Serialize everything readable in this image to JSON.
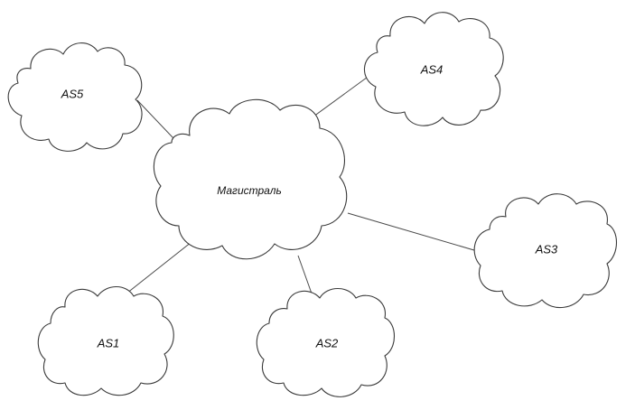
{
  "diagram": {
    "backbone": {
      "label": "Магистраль"
    },
    "systems": [
      {
        "id": "as5",
        "label": "AS5"
      },
      {
        "id": "as4",
        "label": "AS4"
      },
      {
        "id": "as3",
        "label": "AS3"
      },
      {
        "id": "as1",
        "label": "AS1"
      },
      {
        "id": "as2",
        "label": "AS2"
      }
    ],
    "links": [
      {
        "from": "backbone",
        "to": "as5"
      },
      {
        "from": "backbone",
        "to": "as4"
      },
      {
        "from": "backbone",
        "to": "as3"
      },
      {
        "from": "backbone",
        "to": "as1"
      },
      {
        "from": "backbone",
        "to": "as2"
      }
    ],
    "colors": {
      "stroke": "#3a3a3a",
      "fill": "#ffffff",
      "link": "#4a4a4a",
      "text": "#111111"
    }
  }
}
